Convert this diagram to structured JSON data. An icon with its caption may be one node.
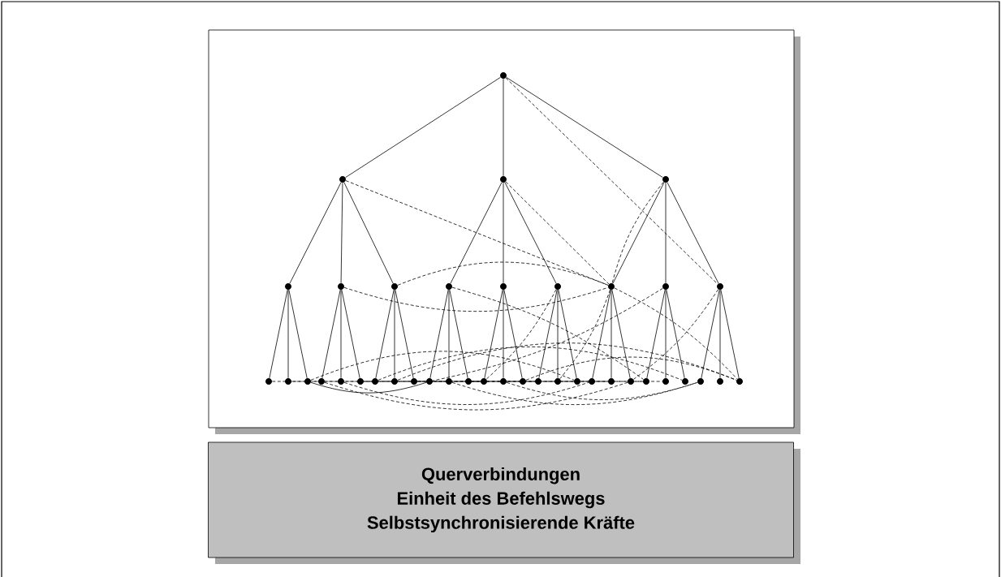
{
  "diagram": {
    "nodes": [
      {
        "text": [],
        "shape": "circle"
      },
      {
        "text": [],
        "shape": "circle"
      },
      {
        "text": [],
        "shape": "circle"
      },
      {
        "text": [],
        "shape": "circle"
      },
      {
        "text": [],
        "shape": "circle"
      },
      {
        "text": [],
        "shape": "circle"
      },
      {
        "text": [],
        "shape": "circle"
      },
      {
        "text": [],
        "shape": "circle"
      },
      {
        "text": [],
        "shape": "circle"
      },
      {
        "text": [],
        "shape": "circle"
      },
      {
        "text": [],
        "shape": "circle"
      },
      {
        "text": [],
        "shape": "circle"
      },
      {
        "text": [],
        "shape": "circle"
      },
      {
        "text": [],
        "shape": "circle"
      },
      {
        "text": [],
        "shape": "circle"
      },
      {
        "text": [],
        "shape": "circle"
      },
      {
        "text": [],
        "shape": "circle"
      },
      {
        "text": [],
        "shape": "circle"
      },
      {
        "text": [],
        "shape": "circle"
      },
      {
        "text": [],
        "shape": "circle"
      },
      {
        "text": [],
        "shape": "circle"
      },
      {
        "text": [],
        "shape": "circle"
      },
      {
        "text": [],
        "shape": "circle"
      },
      {
        "text": [],
        "shape": "circle"
      },
      {
        "text": [],
        "shape": "circle"
      },
      {
        "text": [],
        "shape": "circle"
      },
      {
        "text": [],
        "shape": "circle"
      },
      {
        "text": [],
        "shape": "circle"
      },
      {
        "text": [],
        "shape": "circle"
      },
      {
        "text": [],
        "shape": "circle"
      },
      {
        "text": [],
        "shape": "circle"
      },
      {
        "text": [],
        "shape": "circle"
      },
      {
        "text": [],
        "shape": "circle"
      },
      {
        "text": [],
        "shape": "circle"
      },
      {
        "text": [],
        "shape": "circle"
      },
      {
        "text": [],
        "shape": "circle"
      },
      {
        "text": [],
        "shape": "circle"
      },
      {
        "text": [],
        "shape": "circle"
      },
      {
        "text": [],
        "shape": "circle"
      },
      {
        "text": [],
        "shape": "circle"
      },
      {
        "text": [
          "Querverbindungen",
          "Einheit des Befehlswegs",
          "Selbstsynchronisierende Kräfte"
        ]
      }
    ],
    "edges": [
      {
        "from": 0,
        "to": 1,
        "arrow": "none"
      },
      {
        "from": 0,
        "to": 2,
        "arrow": "none"
      },
      {
        "from": 0,
        "to": 3,
        "arrow": "none"
      },
      {
        "from": 1,
        "to": 4,
        "arrow": "none"
      },
      {
        "from": 1,
        "to": 5,
        "arrow": "none"
      },
      {
        "from": 1,
        "to": 6,
        "arrow": "none"
      },
      {
        "from": 2,
        "to": 7,
        "arrow": "none"
      },
      {
        "from": 2,
        "to": 8,
        "arrow": "none"
      },
      {
        "from": 2,
        "to": 9,
        "arrow": "none"
      },
      {
        "from": 3,
        "to": 10,
        "arrow": "none"
      },
      {
        "from": 3,
        "to": 11,
        "arrow": "none"
      },
      {
        "from": 3,
        "to": 12,
        "arrow": "none"
      },
      {
        "from": 4,
        "to": 13,
        "arrow": "none"
      },
      {
        "from": 4,
        "to": 14,
        "arrow": "none"
      },
      {
        "from": 4,
        "to": 15,
        "arrow": "none"
      },
      {
        "from": 5,
        "to": 16,
        "arrow": "none"
      },
      {
        "from": 5,
        "to": 17,
        "arrow": "none"
      },
      {
        "from": 5,
        "to": 18,
        "arrow": "none"
      },
      {
        "from": 6,
        "to": 19,
        "arrow": "none"
      },
      {
        "from": 6,
        "to": 20,
        "arrow": "none"
      },
      {
        "from": 6,
        "to": 21,
        "arrow": "none"
      },
      {
        "from": 7,
        "to": 22,
        "arrow": "none"
      },
      {
        "from": 7,
        "to": 23,
        "arrow": "none"
      },
      {
        "from": 7,
        "to": 24,
        "arrow": "none"
      },
      {
        "from": 8,
        "to": 25,
        "arrow": "none"
      },
      {
        "from": 8,
        "to": 26,
        "arrow": "none"
      },
      {
        "from": 8,
        "to": 27,
        "arrow": "none"
      },
      {
        "from": 9,
        "to": 28,
        "arrow": "none"
      },
      {
        "from": 9,
        "to": 29,
        "arrow": "none"
      },
      {
        "from": 9,
        "to": 30,
        "arrow": "none"
      },
      {
        "from": 10,
        "to": 31,
        "arrow": "none"
      },
      {
        "from": 10,
        "to": 32,
        "arrow": "none"
      },
      {
        "from": 10,
        "to": 33,
        "arrow": "none"
      },
      {
        "from": 11,
        "to": 34,
        "arrow": "none"
      },
      {
        "from": 11,
        "to": 35,
        "arrow": "none"
      },
      {
        "from": 11,
        "to": 36,
        "arrow": "none"
      },
      {
        "from": 12,
        "to": 37,
        "arrow": "none"
      },
      {
        "from": 12,
        "to": 38,
        "arrow": "none"
      },
      {
        "from": 12,
        "to": 39,
        "arrow": "none"
      },
      {
        "from": 1,
        "to": 10,
        "arrow": "none",
        "style": "dashed"
      },
      {
        "from": 0,
        "to": 12,
        "arrow": "none",
        "style": "dashed"
      },
      {
        "from": 2,
        "to": 10,
        "arrow": "none",
        "style": "dashed"
      },
      {
        "from": 3,
        "to": 10,
        "arrow": "none",
        "style": "dashed"
      },
      {
        "from": 5,
        "to": 10,
        "arrow": "none",
        "style": "dashed"
      },
      {
        "from": 6,
        "to": 10,
        "arrow": "none",
        "style": "dashed"
      },
      {
        "from": 12,
        "to": 33,
        "arrow": "none",
        "style": "dashed"
      },
      {
        "from": 10,
        "to": 39,
        "arrow": "none",
        "style": "dashed"
      },
      {
        "from": 10,
        "to": 29,
        "arrow": "none",
        "style": "dashed"
      },
      {
        "from": 11,
        "to": 22,
        "arrow": "none",
        "style": "dashed"
      },
      {
        "from": 7,
        "to": 34,
        "arrow": "none",
        "style": "dashed"
      },
      {
        "from": 9,
        "to": 25,
        "arrow": "none",
        "style": "dashed"
      },
      {
        "from": 14,
        "to": 28,
        "arrow": "none",
        "style": "dashed"
      },
      {
        "from": 16,
        "to": 33,
        "arrow": "none",
        "style": "dashed"
      },
      {
        "from": 19,
        "to": 36,
        "arrow": "none",
        "style": "dashed"
      },
      {
        "from": 13,
        "to": 25,
        "arrow": "none",
        "style": "dashed"
      },
      {
        "from": 17,
        "to": 31,
        "arrow": "none",
        "style": "dashed"
      },
      {
        "from": 20,
        "to": 39,
        "arrow": "none",
        "style": "dashed"
      },
      {
        "from": 24,
        "to": 35,
        "arrow": "none",
        "style": "dashed"
      },
      {
        "from": 26,
        "to": 37,
        "arrow": "none",
        "style": "dashed"
      },
      {
        "from": 15,
        "to": 30,
        "arrow": "none",
        "style": "dashed"
      },
      {
        "from": 18,
        "to": 34,
        "arrow": "none",
        "style": "dashed"
      },
      {
        "from": 23,
        "to": 37,
        "arrow": "none",
        "style": "dashed"
      },
      {
        "from": 27,
        "to": 39,
        "arrow": "none",
        "style": "dashed"
      },
      {
        "from": 21,
        "to": 32,
        "arrow": "none",
        "style": "dashed"
      },
      {
        "from": 15,
        "to": 22,
        "arrow": "none"
      }
    ]
  }
}
